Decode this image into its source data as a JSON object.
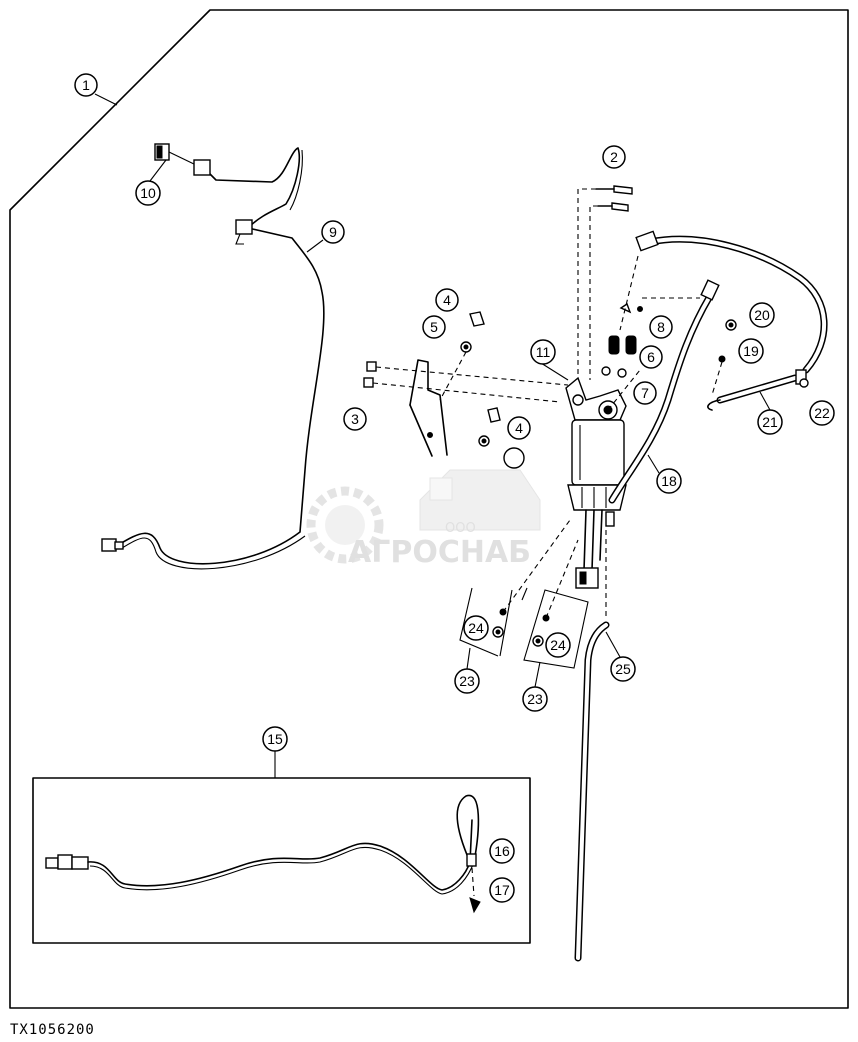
{
  "callouts": [
    "1",
    "2",
    "3",
    "4",
    "4",
    "5",
    "6",
    "7",
    "8",
    "9",
    "10",
    "11",
    "15",
    "16",
    "17",
    "18",
    "19",
    "20",
    "21",
    "22",
    "23",
    "23",
    "24",
    "24",
    "25"
  ],
  "caption": "TX1056200",
  "watermark": {
    "line1": "ООО",
    "line2": "АГРОСНАБ"
  }
}
